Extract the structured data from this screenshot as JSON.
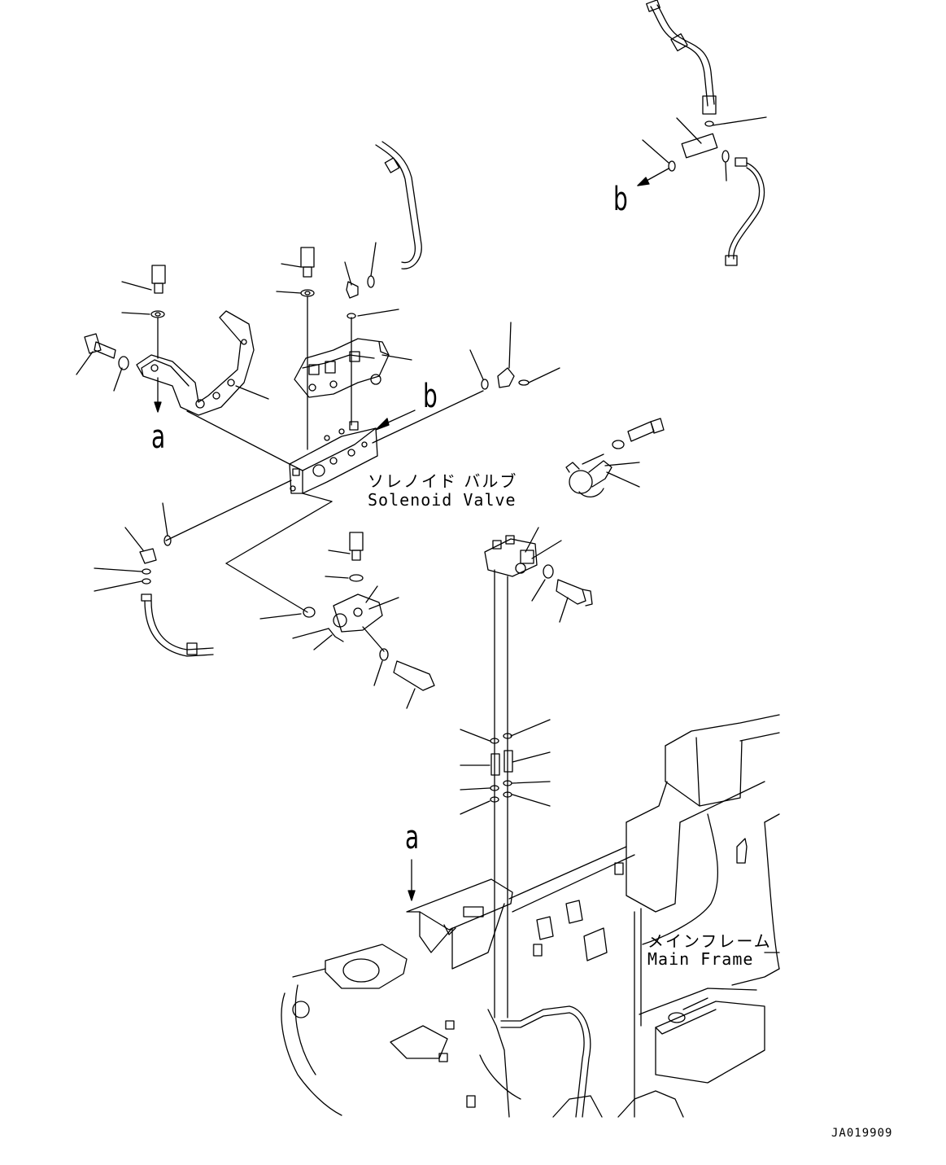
{
  "labels": {
    "solenoid_valve_jp": "ソレノイド バルブ",
    "solenoid_valve_en": "Solenoid Valve",
    "main_frame_jp": "メインフレーム",
    "main_frame_en": "Main Frame",
    "callout_a_upper": "a",
    "callout_a_lower": "a",
    "callout_b_upper": "b",
    "callout_b_middle": "b",
    "drawing_code": "JA019909"
  },
  "colors": {
    "line": "#000000",
    "background": "#ffffff"
  }
}
